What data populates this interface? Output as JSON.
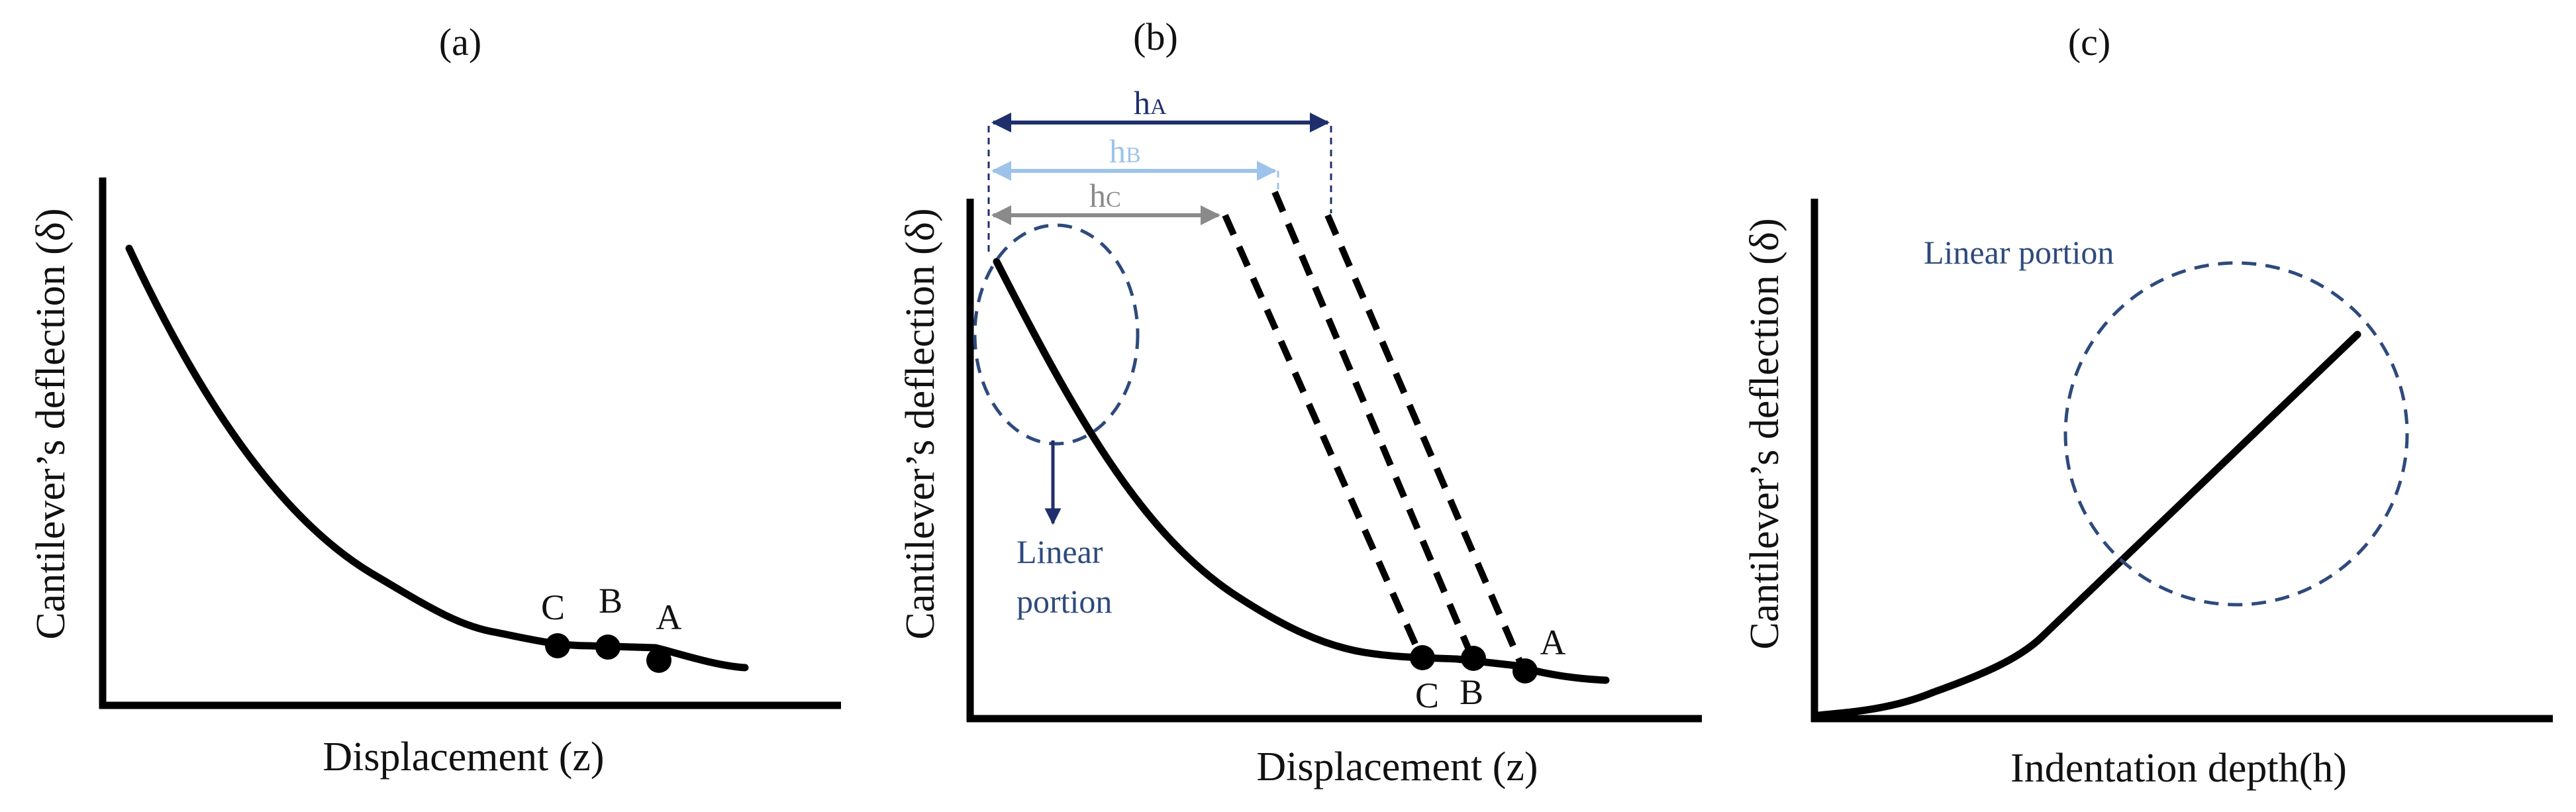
{
  "panels": [
    {
      "id": "a",
      "label": "(a)",
      "x_axis_label": "Displacement (z)",
      "y_axis_label": "Cantilever’s deflection (δ)",
      "points": [
        "C",
        "B",
        "A"
      ]
    },
    {
      "id": "b",
      "label": "(b)",
      "x_axis_label": "Displacement (z)",
      "y_axis_label": "Cantilever’s deflection (δ)",
      "points": [
        "C",
        "B",
        "A"
      ],
      "heights": [
        {
          "main": "h",
          "sub": "A"
        },
        {
          "main": "h",
          "sub": "B"
        },
        {
          "main": "h",
          "sub": "C"
        }
      ],
      "linear_label_line1": "Linear",
      "linear_label_line2": "portion"
    },
    {
      "id": "c",
      "label": "(c)",
      "x_axis_label": "Indentation depth(h)",
      "y_axis_label": "Cantilever’s deflection (δ)",
      "linear_label": "Linear portion"
    }
  ],
  "colors": {
    "curve": "#000000",
    "hA": "#1f2f6b",
    "hB": "#9ec3ea",
    "hC": "#8a8a8a",
    "ellipse": "#2e4a7d",
    "linear_text": "#2e4a7d"
  }
}
